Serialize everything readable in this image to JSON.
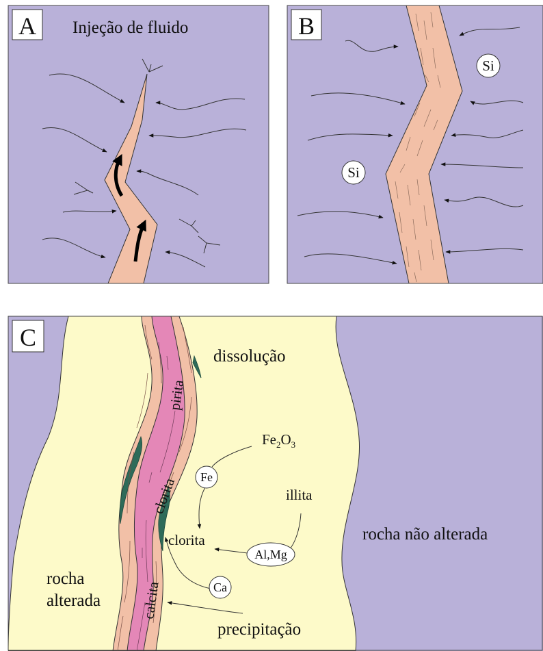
{
  "panel_a": {
    "letter": "A",
    "title": "Injeção de fluido"
  },
  "panel_b": {
    "letter": "B",
    "ion_top": "Si",
    "ion_left": "Si"
  },
  "panel_c": {
    "letter": "C",
    "dissolution": "dissolução",
    "precipitation": "precipitação",
    "unaltered_rock": "rocha não alterada",
    "altered_rock_line1": "rocha",
    "altered_rock_line2": "alterada",
    "mineral_pirita": "pirita",
    "mineral_clorita_vein": "clorita",
    "mineral_calcita": "calcita",
    "fe2o3_fe": "Fe",
    "fe2o3_sub1": "2",
    "fe2o3_o": "O",
    "fe2o3_sub2": "3",
    "illita": "illita",
    "clorita": "clorita",
    "ion_fe": "Fe",
    "ion_almg": "Al,Mg",
    "ion_ca": "Ca"
  },
  "colors": {
    "host_rock": "#b9b1d9",
    "vein_pink": "#f2c0a7",
    "altered_zone": "#fdfac9",
    "vein_magenta": "#e487b7",
    "chlorite_rim": "#2e6b59",
    "outline": "#333333"
  }
}
